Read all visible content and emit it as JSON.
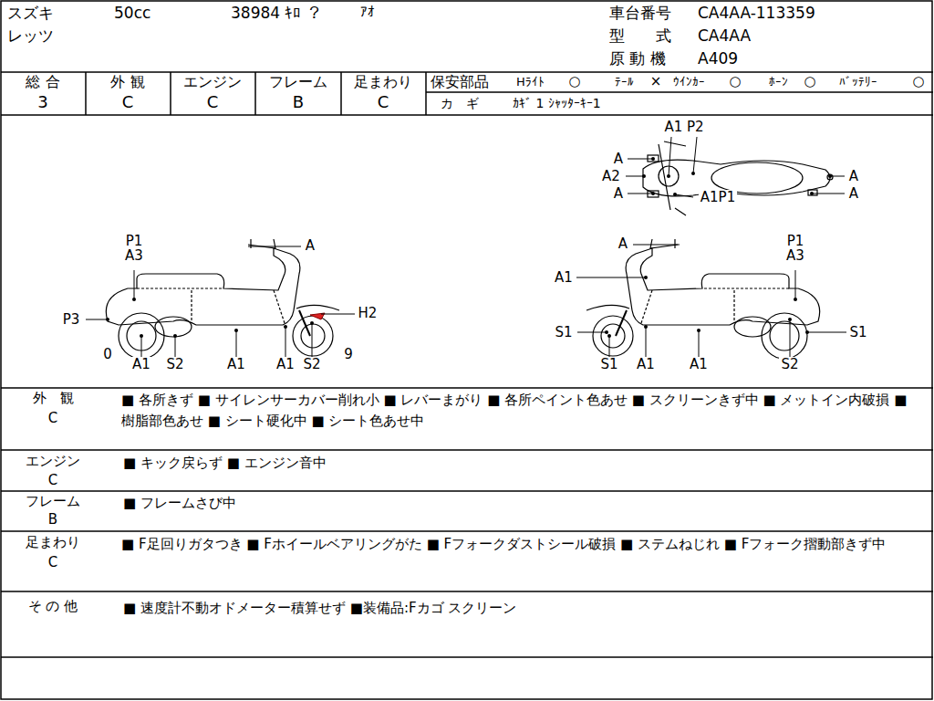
{
  "diagram": {
    "labels": [
      "スズキ",
      "50cc",
      "38984 ｷﾛ ？",
      "ｱｵ",
      "レッツ",
      "車台番号",
      "CA4AA-113359",
      "型　　式",
      "CA4AA",
      "原 動 機",
      "A409",
      "総 合",
      "3",
      "外 観",
      "C",
      "エンジン",
      "C",
      "フレーム",
      "B",
      "足まわり",
      "C",
      "保安部品",
      "Hﾗｲﾄ",
      "○",
      "ﾃｰﾙ",
      "×",
      "ｳｲﾝｶｰ",
      "○",
      "ﾎｰﾝ",
      "○",
      "ﾊﾞｯﾃﾘｰ",
      "○",
      "カ　ギ",
      "ｶｷﾞ 1 ｼｬｯﾀｰｷｰ1",
      "A1 P2",
      "A",
      "A2",
      "A",
      "A1P1",
      "A",
      "A",
      "P1",
      "A3",
      "A",
      "P3",
      "H2",
      "0",
      "9",
      "A1",
      "S2",
      "A1",
      "A1",
      "S2",
      "A",
      "A1",
      "P1",
      "A3",
      "S1",
      "S1",
      "S1",
      "A1",
      "A1",
      "S2",
      "外　観",
      "C",
      "■ 各所きず ■ サイレンサーカバー削れ小 ■ レバーまがり ■ 各所ペイント色あせ ■ スクリーンきず中 ■ メットイン内破損 ■ 樹脂部色あせ ■ シート硬化中 ■ シート色あせ中",
      "エンジン",
      "C",
      "■ キック戻らず ■ エンジン音中",
      "フレーム",
      "B",
      "■ フレームさび中",
      "足まわり",
      "C",
      "■ F足回りガタつき ■ Fホイールベアリングがた ■ Fフォークダストシール破損 ■ ステムねじれ ■ Fフォーク摺動部きず中",
      "そ の 他",
      "■ 速度計不動オドメーター積算せず ■装備品:Fカゴ スクリーン"
    ]
  }
}
